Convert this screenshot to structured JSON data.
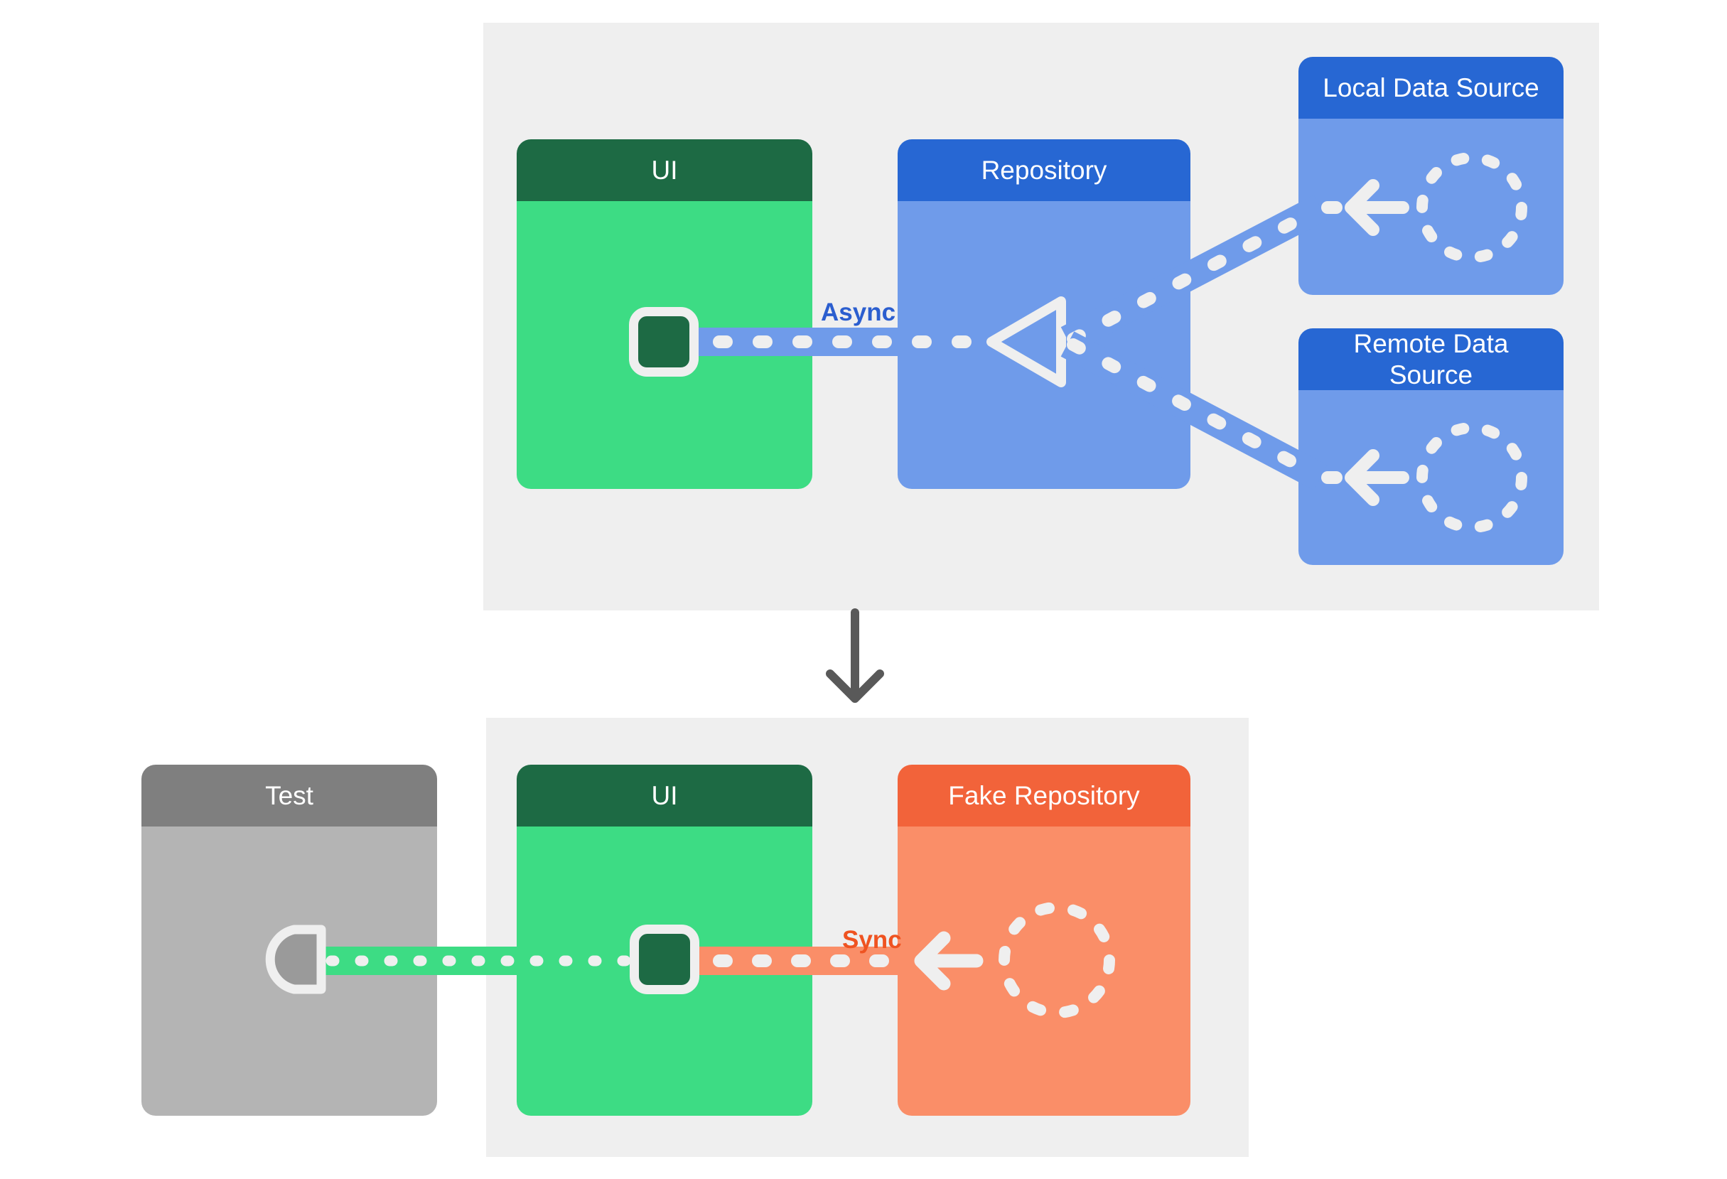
{
  "diagram": {
    "top_section": {
      "boxes": {
        "ui": {
          "title": "UI"
        },
        "repository": {
          "title": "Repository"
        },
        "local_data_source": {
          "title": "Local Data Source"
        },
        "remote_data_source": {
          "title": "Remote Data Source"
        }
      },
      "connection_label": "Async"
    },
    "flow": {
      "direction": "down"
    },
    "bottom_section": {
      "boxes": {
        "test": {
          "title": "Test"
        },
        "ui": {
          "title": "UI"
        },
        "fake_repository": {
          "title": "Fake Repository"
        }
      },
      "connection_label": "Sync"
    },
    "colors": {
      "panel_bg": "#efefef",
      "ui_header_green": "#1d6a44",
      "ui_body_green": "#3ddc84",
      "blue_header": "#2767d3",
      "blue_body": "#6f9bea",
      "async_label_blue": "#2b5ecf",
      "orange_header": "#f2633a",
      "orange_body": "#fa8e68",
      "sync_label_orange": "#ef5321",
      "test_header_gray": "#7f7f7f",
      "test_body_gray": "#b4b4b4",
      "socket_fill_gray": "#9a9a9a",
      "connector_white": "#efefef",
      "flow_arrow_gray": "#595959"
    }
  }
}
